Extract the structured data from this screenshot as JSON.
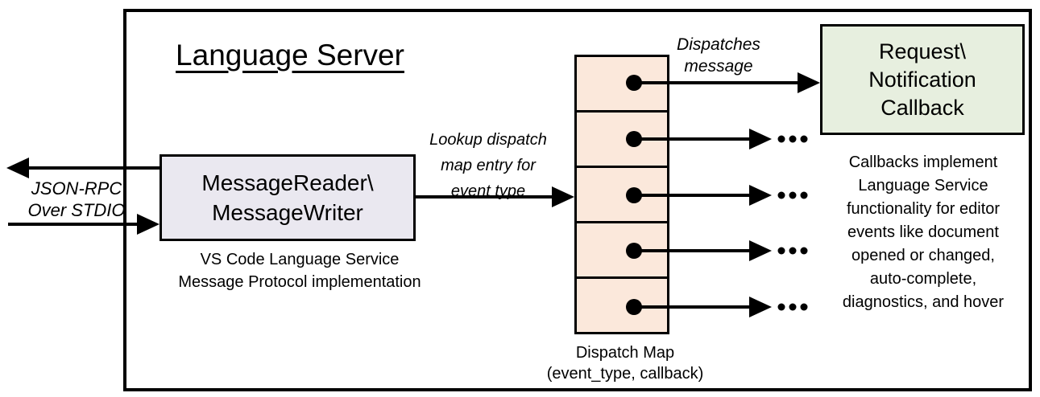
{
  "diagram_title": "Language Server",
  "colors": {
    "reader_fill": "#EAE8F0",
    "dispatch_fill": "#FBE8DB",
    "callback_fill": "#E7EFDF",
    "line": "#000000"
  },
  "reader": {
    "label_lines": [
      "MessageReader\\",
      "MessageWriter"
    ],
    "caption_lines": [
      "VS Code Language Service",
      "Message Protocol implementation"
    ]
  },
  "dispatch_map": {
    "cell_count": 5,
    "caption_lines": [
      "Dispatch Map",
      "(event_type, callback)"
    ]
  },
  "callback": {
    "label_lines": [
      "Request\\",
      "Notification",
      "Callback"
    ],
    "caption_lines": [
      "Callbacks implement",
      "Language Service",
      "functionality for editor",
      "events like document",
      "opened or changed,",
      "auto-complete,",
      "diagnostics, and hover"
    ]
  },
  "edge_labels": {
    "json_rpc": [
      "JSON-RPC",
      "Over STDIO"
    ],
    "lookup": [
      "Lookup dispatch",
      "map entry for",
      "event type"
    ],
    "dispatches": [
      "Dispatches",
      "message"
    ]
  }
}
